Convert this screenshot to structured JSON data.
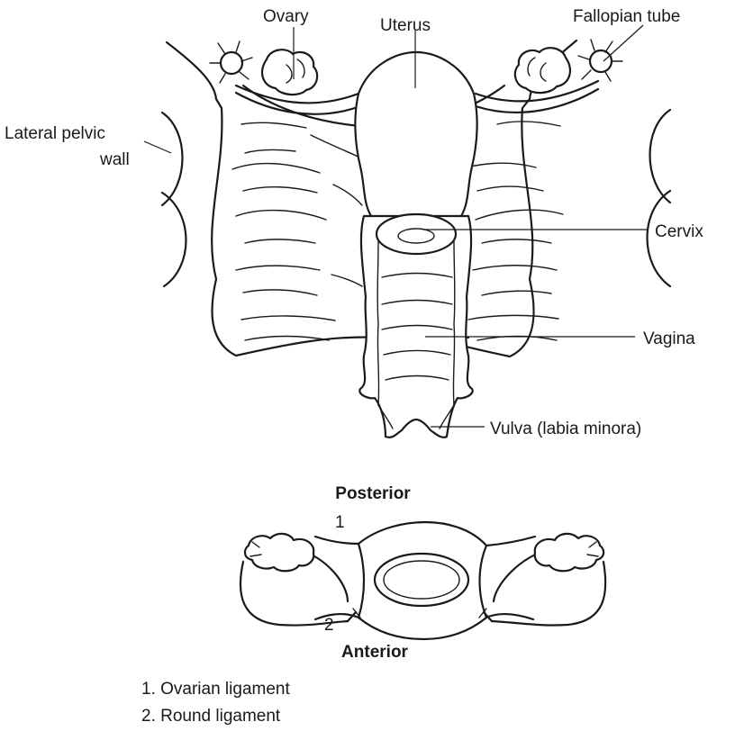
{
  "upper_diagram": {
    "labels": {
      "ovary": "Ovary",
      "uterus": "Uterus",
      "fallopian_tube": "Fallopian tube",
      "lateral_pelvic_wall_line1": "Lateral pelvic",
      "lateral_pelvic_wall_line2": "wall",
      "cervix": "Cervix",
      "vagina": "Vagina",
      "vulva": "Vulva (labia minora)"
    }
  },
  "lower_diagram": {
    "posterior": "Posterior",
    "anterior": "Anterior",
    "marker_1": "1",
    "marker_2": "2"
  },
  "legend": [
    "1. Ovarian ligament",
    "2. Round ligament"
  ]
}
